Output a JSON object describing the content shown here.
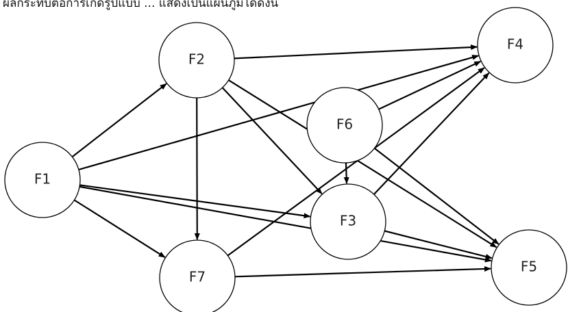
{
  "caption": "ผลกระทบต่อการเกิดรูปแบบ ... แสดงเป็นแผนภูมิได้ดังนี้",
  "nodes": [
    {
      "id": "F1",
      "label": "F1"
    },
    {
      "id": "F2",
      "label": "F2"
    },
    {
      "id": "F3",
      "label": "F3"
    },
    {
      "id": "F4",
      "label": "F4"
    },
    {
      "id": "F5",
      "label": "F5"
    },
    {
      "id": "F6",
      "label": "F6"
    },
    {
      "id": "F7",
      "label": "F7"
    }
  ],
  "edges": [
    {
      "from": "F1",
      "to": "F2"
    },
    {
      "from": "F1",
      "to": "F4"
    },
    {
      "from": "F1",
      "to": "F3"
    },
    {
      "from": "F1",
      "to": "F7"
    },
    {
      "from": "F1",
      "to": "F5"
    },
    {
      "from": "F2",
      "to": "F4"
    },
    {
      "from": "F2",
      "to": "F7"
    },
    {
      "from": "F2",
      "to": "F3"
    },
    {
      "from": "F2",
      "to": "F5"
    },
    {
      "from": "F6",
      "to": "F4"
    },
    {
      "from": "F6",
      "to": "F3"
    },
    {
      "from": "F6",
      "to": "F5"
    },
    {
      "from": "F3",
      "to": "F4"
    },
    {
      "from": "F3",
      "to": "F5"
    },
    {
      "from": "F7",
      "to": "F4"
    },
    {
      "from": "F7",
      "to": "F5"
    }
  ]
}
